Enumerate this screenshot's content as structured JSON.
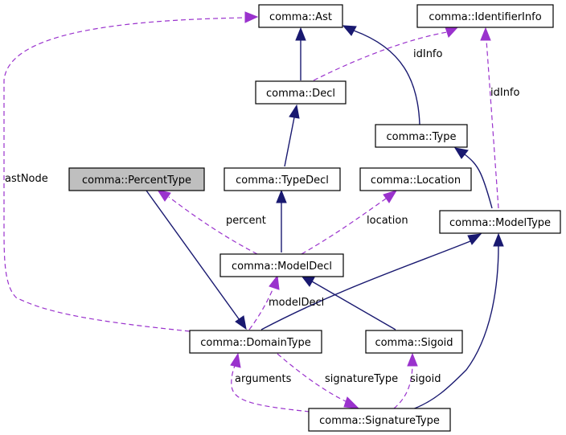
{
  "colors": {
    "inheritance": "#191970",
    "usage": "#9a32cd",
    "highlight_fill": "#bfbfbf",
    "node_fill": "#ffffff"
  },
  "nodes": {
    "ast": "comma::Ast",
    "identifier_info": "comma::IdentifierInfo",
    "decl": "comma::Decl",
    "type": "comma::Type",
    "percent_type": "comma::PercentType",
    "type_decl": "comma::TypeDecl",
    "location": "comma::Location",
    "model_type": "comma::ModelType",
    "model_decl": "comma::ModelDecl",
    "domain_type": "comma::DomainType",
    "sigoid": "comma::Sigoid",
    "signature_type": "comma::SignatureType"
  },
  "edge_labels": {
    "id_info_decl": "idInfo",
    "id_info_model_type": "idInfo",
    "ast_node": "astNode",
    "percent": "percent",
    "location": "location",
    "model_decl": "modelDecl",
    "arguments": "arguments",
    "signature_type": "signatureType",
    "sigoid": "sigoid"
  }
}
